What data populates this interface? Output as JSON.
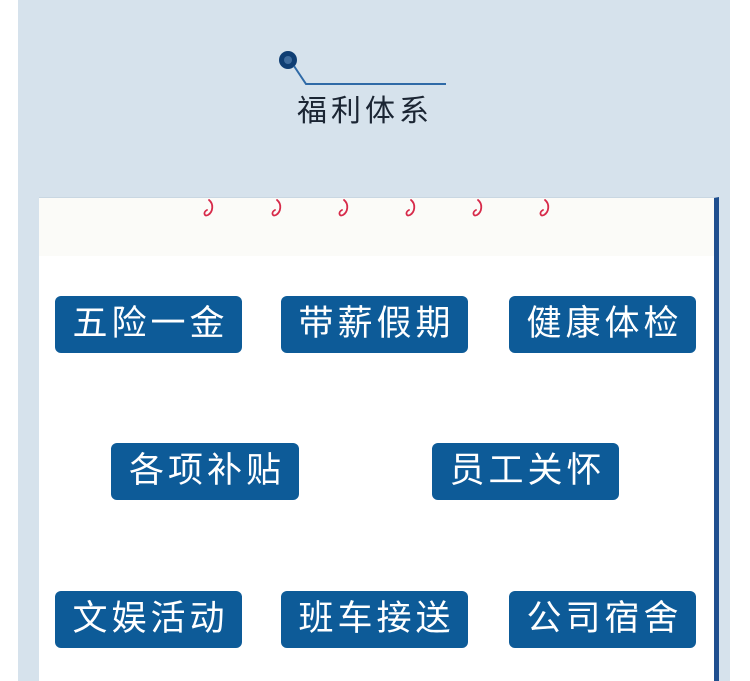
{
  "header": {
    "title": "福利体系",
    "decoration_icon": "connector-line-icon"
  },
  "notebook": {
    "ring_icon": "spiral-ring-icon",
    "ring_count": 6,
    "tags": [
      {
        "label": "五险一金"
      },
      {
        "label": "带薪假期"
      },
      {
        "label": "健康体检"
      },
      {
        "label": "各项补贴"
      },
      {
        "label": "员工关怀"
      },
      {
        "label": "文娱活动"
      },
      {
        "label": "班车接送"
      },
      {
        "label": "公司宿舍"
      }
    ]
  },
  "colors": {
    "panel_background": "#d6e2ec",
    "tag_background": "#0d5b98",
    "tag_text": "#ffffff",
    "title_text": "#1b2533",
    "ring_color": "#d72a4a",
    "notebook_accent": "#1f4f8f"
  }
}
